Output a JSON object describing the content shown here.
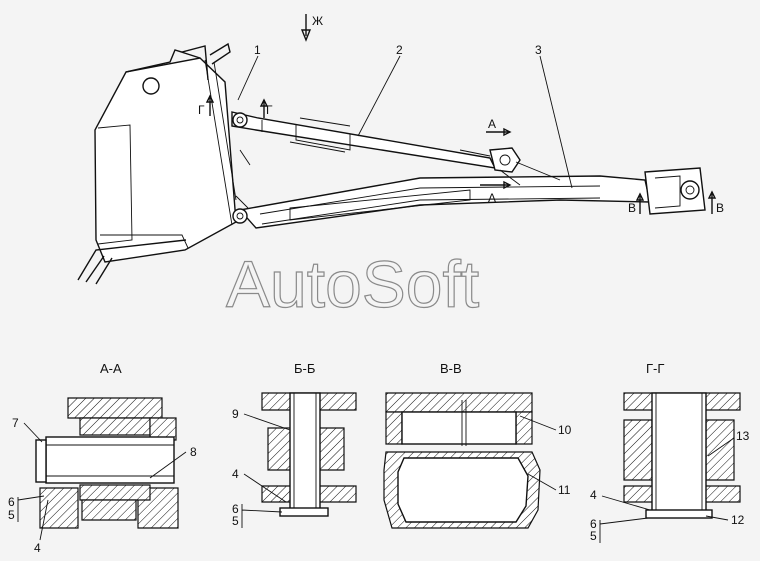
{
  "view_marker": "Ж",
  "callouts": {
    "c1": "1",
    "c2": "2",
    "c3": "3",
    "c4": "4",
    "c5": "5",
    "c6": "6",
    "c7": "7",
    "c8": "8",
    "c9": "9",
    "c10": "10",
    "c11": "11",
    "c12": "12",
    "c13": "13"
  },
  "section_marks": {
    "a": "A",
    "v": "В",
    "g": "Г"
  },
  "section_titles": {
    "aa": "А-А",
    "bb": "Б-Б",
    "vv": "В-В",
    "gg": "Г-Г"
  },
  "watermark": "AutoSoft"
}
